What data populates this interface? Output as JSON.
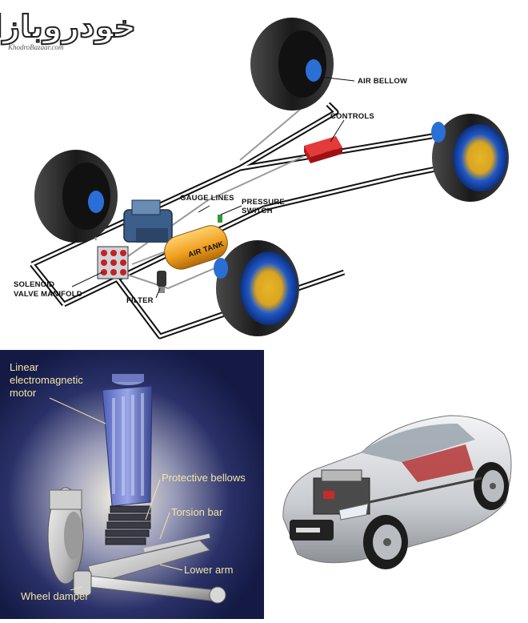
{
  "watermark": {
    "logo_text": "خودروبازار",
    "site": "KhodroBazaar.com"
  },
  "air_suspension_diagram": {
    "labels": {
      "air_bellow": "AIR BELLOW",
      "controls": "CONTROLS",
      "gauge_lines": "GAUGE LINES",
      "pressure": "PRESSURE",
      "switch": "SWITCH",
      "solenoid": "SOLENOID",
      "valve_manifold": "VALVE MANIFOLD",
      "filter": "FILTER",
      "air_tank": "AIR TANK"
    }
  },
  "electromagnetic_suspension": {
    "labels": {
      "linear": "Linear",
      "electromagnetic_motor": "electromagnetic",
      "motor": "motor",
      "protective_bellows": "Protective bellows",
      "torsion_bar": "Torsion bar",
      "lower_arm": "Lower arm",
      "wheel_damper": "Wheel damper"
    }
  },
  "colors": {
    "tire": "#1a1a1a",
    "rim_blue": "#1f57c9",
    "rim_gold": "#d9a520",
    "bellow_blue": "#2a6fd6",
    "tank_orange": "#f0a020",
    "controls_red": "#cc1a1a",
    "navy_background": "#1b2250",
    "label_yellow": "#f3e6a8",
    "car_silver": "#c9ccd0"
  }
}
